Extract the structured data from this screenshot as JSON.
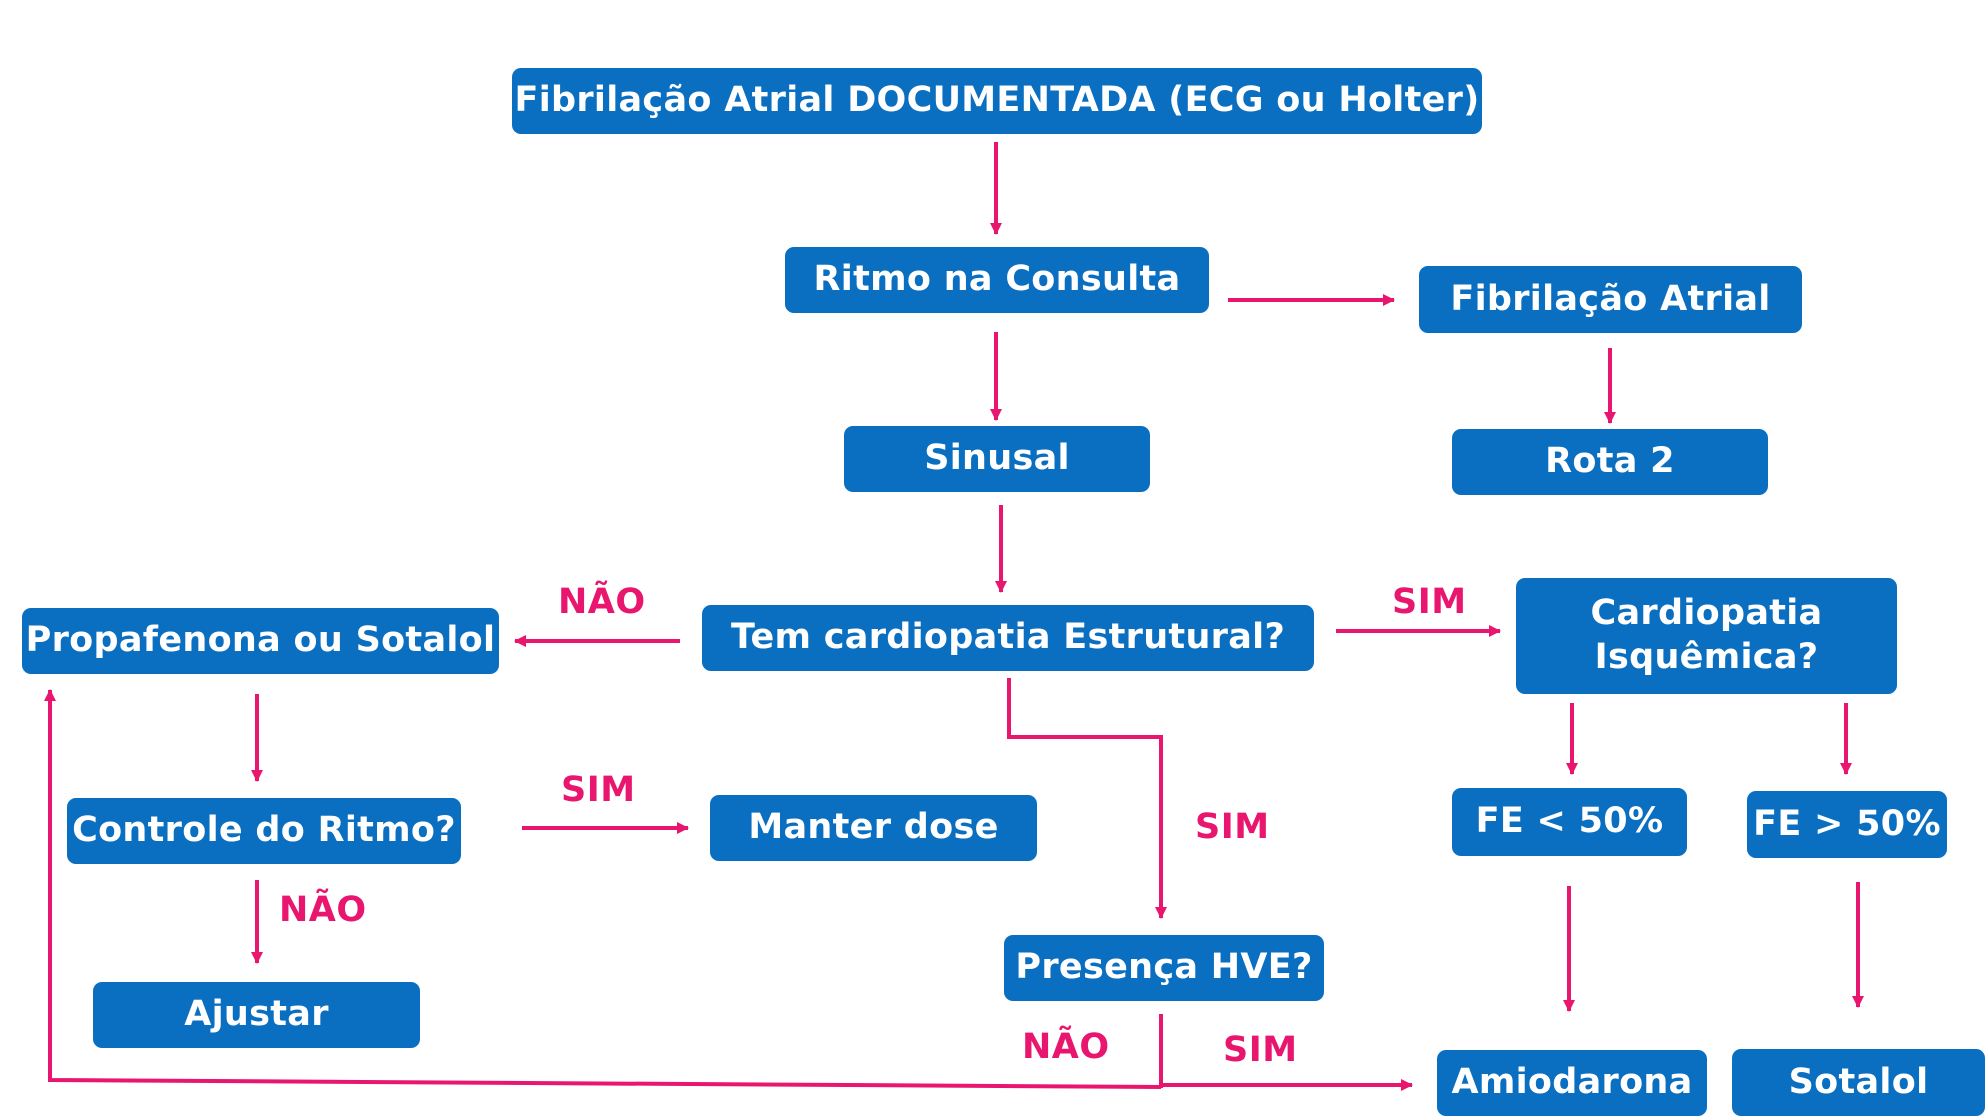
{
  "nodes": {
    "fa_documentada": "Fibrilação Atrial DOCUMENTADA (ECG ou Holter)",
    "ritmo_consulta": "Ritmo na Consulta",
    "fibrilacao_atrial": "Fibrilação Atrial",
    "sinusal": "Sinusal",
    "rota2": "Rota 2",
    "cardiopatia_estrutural": "Tem cardiopatia Estrutural?",
    "propafenona_sotalol": "Propafenona ou Sotalol",
    "cardiopatia_isquemica": "Cardiopatia Isquêmica?",
    "controle_ritmo": "Controle do Ritmo?",
    "manter_dose": "Manter dose",
    "ajustar": "Ajustar",
    "fe_menor": "FE < 50%",
    "fe_maior": "FE > 50%",
    "presenca_hve": "Presença HVE?",
    "amiodarona": "Amiodarona",
    "sotalol": "Sotalol"
  },
  "labels": {
    "nao_estrutural": "NÃO",
    "sim_estrutural": "SIM",
    "sim_controle": "SIM",
    "nao_controle": "NÃO",
    "sim_hve_path": "SIM",
    "nao_hve": "NÃO",
    "sim_hve": "SIM"
  },
  "colors": {
    "box": "#0a6fc0",
    "box_text": "#ffffff",
    "arrow": "#e8166e"
  }
}
